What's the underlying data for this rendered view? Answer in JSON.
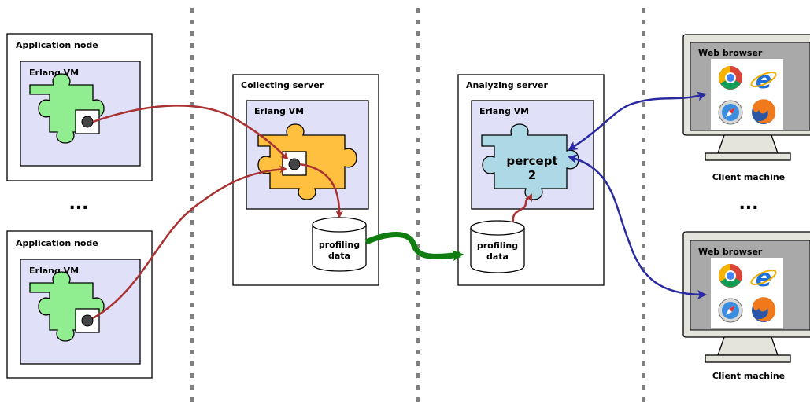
{
  "app_nodes": [
    {
      "title": "Application node",
      "vm_label": "Erlang VM"
    },
    {
      "title": "Application node",
      "vm_label": "Erlang VM"
    }
  ],
  "collecting_server": {
    "title": "Collecting server",
    "vm_label": "Erlang VM",
    "storage_line1": "profiling",
    "storage_line2": "data"
  },
  "analyzing_server": {
    "title": "Analyzing server",
    "vm_label": "Erlang VM",
    "storage_line1": "profiling",
    "storage_line2": "data",
    "app_line1": "percept",
    "app_line2": "2"
  },
  "clients": [
    {
      "browser_label": "Web browser",
      "caption": "Client machine"
    },
    {
      "browser_label": "Web browser",
      "caption": "Client machine"
    }
  ],
  "ellipsis": "...",
  "icons": [
    "chrome-icon",
    "internet-explorer-icon",
    "safari-icon",
    "firefox-icon"
  ],
  "colors": {
    "vm_fill": "#e0e0f8",
    "app_piece": "#90ee90",
    "collector_piece": "#ffc040",
    "percept_piece": "#add8e6",
    "trace_arrow": "#a83232",
    "transfer_arrow": "#0f7d0f",
    "web_arrow": "#2a2aa0",
    "divider": "#808080"
  }
}
